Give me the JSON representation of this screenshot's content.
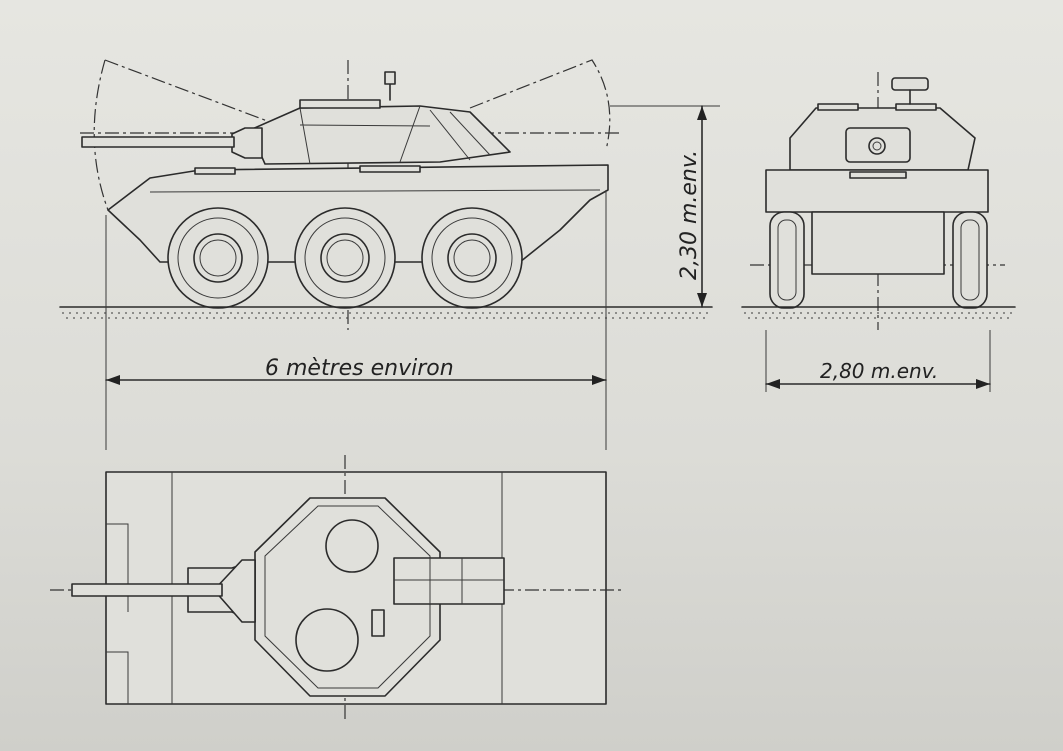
{
  "dimensions": {
    "length_label": "6 mètres environ",
    "height_label": "2,30 m.env.",
    "width_label": "2,80 m.env."
  },
  "views": {
    "side": "side-elevation",
    "front": "front-elevation",
    "top": "plan-view"
  }
}
